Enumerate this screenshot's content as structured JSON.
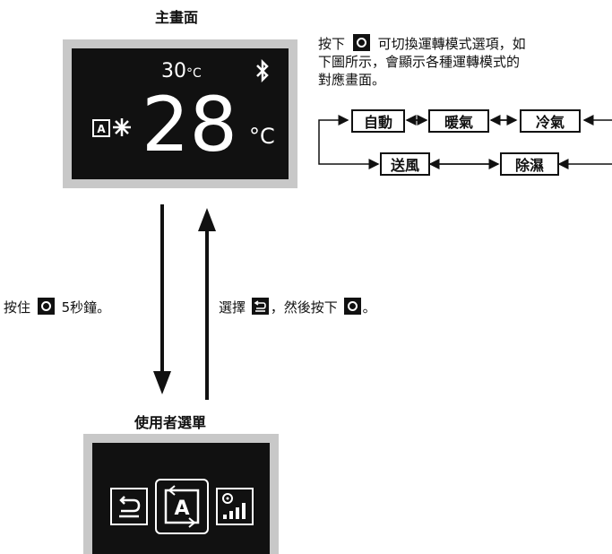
{
  "main_screen": {
    "title": "主畫面",
    "set_temp": "30",
    "set_temp_unit": "°C",
    "big_temp": "28",
    "big_temp_unit": "°C",
    "icons": [
      "auto-mode-icon",
      "snowflake-icon",
      "bluetooth-icon"
    ]
  },
  "mode_note": {
    "text_before": "按下",
    "text_after": "可切換運轉模式選項，如下圖所示，會顯示各種運轉模式的對應畫面。",
    "line1_after": "可切換運轉模式選項，如",
    "line2": "下圖所示，會顯示各種運轉模式的",
    "line3": "對應畫面。"
  },
  "modes": {
    "row1": [
      "自動",
      "暖氣",
      "冷氣"
    ],
    "row2": [
      "送風",
      "除濕"
    ]
  },
  "instructions": {
    "left_before": "按住",
    "left_after": "5秒鐘。",
    "right_before": "選擇",
    "right_middle": "，然後按下",
    "right_after": "。"
  },
  "user_menu": {
    "title": "使用者選單",
    "icons": [
      "back-icon",
      "auto-mode-icon",
      "fan-speed-icon"
    ],
    "selected": "auto-mode-icon"
  }
}
